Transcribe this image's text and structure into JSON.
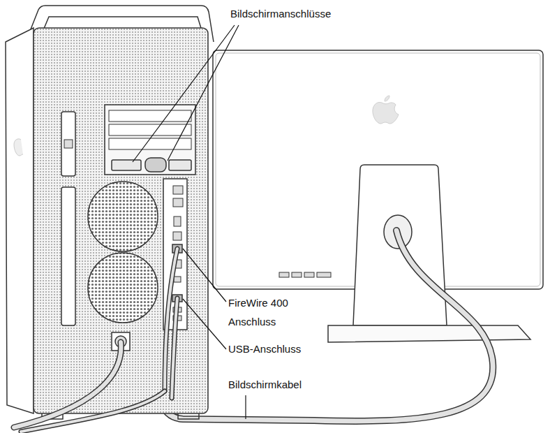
{
  "diagram": {
    "labels": [
      "Bildschirmanschlüsse",
      "FireWire 400 Anschluss",
      "USB-Anschluss",
      "Bildschirmkabel"
    ]
  }
}
